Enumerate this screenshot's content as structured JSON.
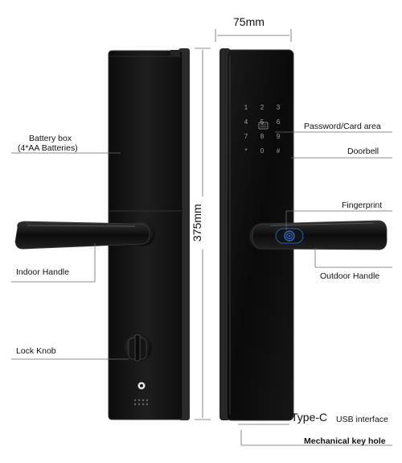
{
  "dimensions": {
    "width": "75mm",
    "height": "375mm"
  },
  "labels": {
    "battery_box": "Battery box",
    "battery_spec": "(4*AA Batteries)",
    "indoor_handle": "Indoor Handle",
    "lock_knob": "Lock Knob",
    "password_card_area": "Password/Card area",
    "doorbell": "Doorbell",
    "fingerprint": "Fingerprint",
    "outdoor_handle": "Outdoor Handle",
    "type_c": "Type-C",
    "usb_interface": "USB interface",
    "mechanical_key_hole": "Mechanical key hole"
  },
  "keypad": {
    "keys": [
      "1",
      "2",
      "3",
      "4",
      "5",
      "6",
      "7",
      "8",
      "9",
      "*",
      "0",
      "#"
    ]
  },
  "colors": {
    "body": "#151515",
    "edge": "#2a2a2a",
    "line": "#555555",
    "key_glyph": "#9aa4ad",
    "fingerprint": "#3b7bd8"
  }
}
